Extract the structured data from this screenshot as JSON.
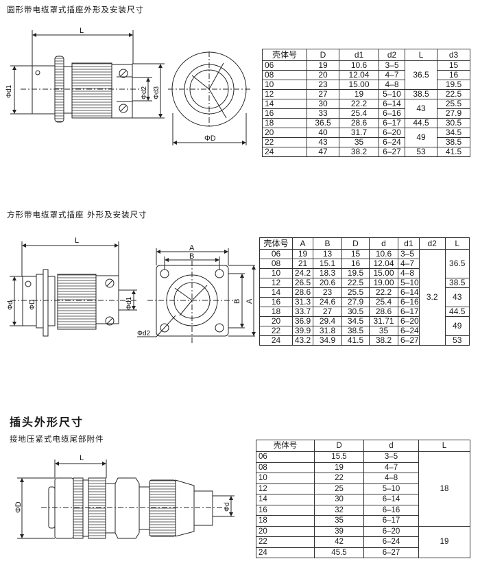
{
  "section1": {
    "title": "圆形带电缆罩式插座外形及安装尺寸",
    "drawing_labels": {
      "L": "L",
      "d1": "Φd1",
      "d2": "Φd2",
      "d3": "Φd3",
      "D": "ΦD"
    },
    "table": {
      "columns": [
        "壳体号",
        "D",
        "d1",
        "d2",
        "L",
        "d3"
      ],
      "rows": [
        [
          "06",
          "19",
          "10.6",
          "3–5",
          {
            "v": "36.5",
            "rowspan": 3
          },
          "15"
        ],
        [
          "08",
          "20",
          "12.04",
          "4–7",
          null,
          "16"
        ],
        [
          "10",
          "23",
          "15.00",
          "4–8",
          null,
          "19.5"
        ],
        [
          "12",
          "27",
          "19",
          "5–10",
          "38.5",
          "22.5"
        ],
        [
          "14",
          "30",
          "22.2",
          "6–14",
          {
            "v": "43",
            "rowspan": 2
          },
          "25.5"
        ],
        [
          "16",
          "33",
          "25.4",
          "6–16",
          null,
          "27.9"
        ],
        [
          "18",
          "36.5",
          "28.6",
          "6–17",
          "44.5",
          "30.5"
        ],
        [
          "20",
          "40",
          "31.7",
          "6–20",
          {
            "v": "49",
            "rowspan": 2
          },
          "34.5"
        ],
        [
          "22",
          "43",
          "35",
          "6–24",
          null,
          "38.5"
        ],
        [
          "24",
          "47",
          "38.2",
          "6–27",
          "53",
          "41.5"
        ]
      ]
    }
  },
  "section2": {
    "title": "方形带电缆罩式插座 外形及安装尺寸",
    "drawing_labels": {
      "L": "L",
      "d": "Φd",
      "D": "ΦD",
      "d1": "Φd1",
      "d2": "Φd2",
      "A": "A",
      "B": "B"
    },
    "table": {
      "columns": [
        "壳体号",
        "A",
        "B",
        "D",
        "d",
        "d1",
        "d2",
        "L"
      ],
      "rows": [
        [
          "06",
          "19",
          "13",
          "15",
          "10.6",
          "3–5",
          {
            "v": "3.2",
            "rowspan": 10
          },
          {
            "v": "36.5",
            "rowspan": 3
          }
        ],
        [
          "08",
          "21",
          "15.1",
          "16",
          "12.04",
          "4–7",
          null,
          null
        ],
        [
          "10",
          "24.2",
          "18.3",
          "19.5",
          "15.00",
          "4–8",
          null,
          null
        ],
        [
          "12",
          "26.5",
          "20.6",
          "22.5",
          "19.00",
          "5–10",
          null,
          "38.5"
        ],
        [
          "14",
          "28.6",
          "23",
          "25.5",
          "22.2",
          "6–14",
          null,
          {
            "v": "43",
            "rowspan": 2
          }
        ],
        [
          "16",
          "31.3",
          "24.6",
          "27.9",
          "25.4",
          "6–16",
          null,
          null
        ],
        [
          "18",
          "33.7",
          "27",
          "30.5",
          "28.6",
          "6–17",
          null,
          "44.5"
        ],
        [
          "20",
          "36.9",
          "29.4",
          "34.5",
          "31.71",
          "6–20",
          null,
          {
            "v": "49",
            "rowspan": 2
          }
        ],
        [
          "22",
          "39.9",
          "31.8",
          "38.5",
          "35",
          "6–24",
          null,
          null
        ],
        [
          "24",
          "43.2",
          "34.9",
          "41.5",
          "38.2",
          "6–27",
          null,
          "53"
        ]
      ]
    }
  },
  "section3": {
    "title": "插头外形尺寸",
    "subtitle": "接地压紧式电缆尾部附件",
    "drawing_labels": {
      "L": "L",
      "D": "ΦD",
      "d": "Φd"
    },
    "table": {
      "columns": [
        "壳体号",
        "D",
        "d",
        "L"
      ],
      "rows": [
        [
          "06",
          "15.5",
          "3–5",
          {
            "v": "18",
            "rowspan": 7
          }
        ],
        [
          "08",
          "19",
          "4–7",
          null
        ],
        [
          "10",
          "22",
          "4–8",
          null
        ],
        [
          "12",
          "25",
          "5–10",
          null
        ],
        [
          "14",
          "30",
          "6–14",
          null
        ],
        [
          "16",
          "32",
          "6–16",
          null
        ],
        [
          "18",
          "35",
          "6–17",
          null
        ],
        [
          "20",
          "39",
          "6–20",
          {
            "v": "19",
            "rowspan": 3
          }
        ],
        [
          "22",
          "42",
          "6–24",
          null
        ],
        [
          "24",
          "45.5",
          "6–27",
          null
        ]
      ]
    }
  }
}
